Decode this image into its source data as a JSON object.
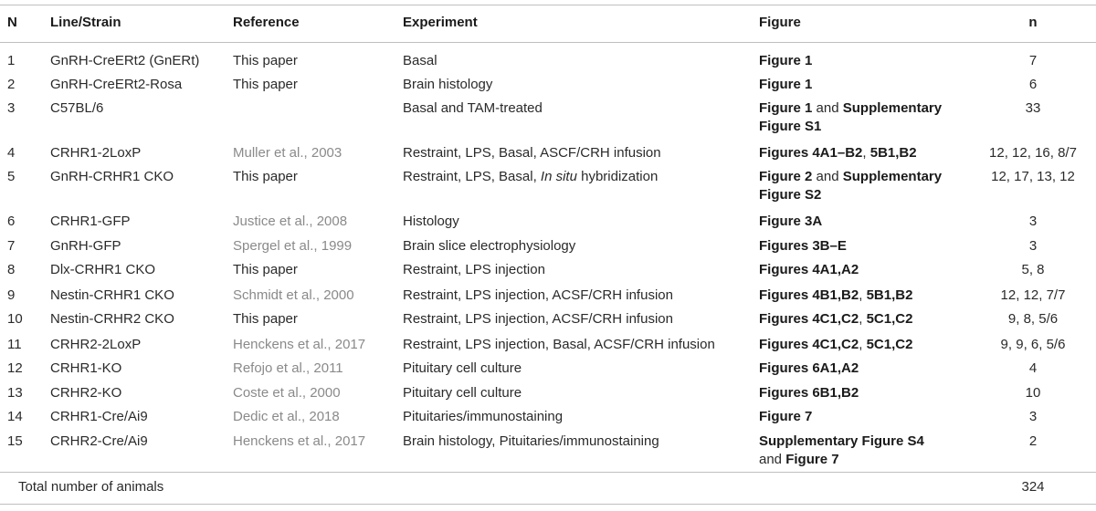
{
  "headers": {
    "n": "N",
    "line": "Line/Strain",
    "reference": "Reference",
    "experiment": "Experiment",
    "figure": "Figure",
    "count": "n"
  },
  "rows": [
    {
      "n": "1",
      "line": "GnRH-CreERt2 (GnERt)",
      "ref": "This paper",
      "ref_link": false,
      "exp": [
        "Basal"
      ],
      "fig": [
        [
          "Figure 1"
        ]
      ],
      "count": "7"
    },
    {
      "n": "2",
      "line": "GnRH-CreERt2-Rosa",
      "ref": "This paper",
      "ref_link": false,
      "exp": [
        "Brain histology"
      ],
      "fig": [
        [
          "Figure 1"
        ]
      ],
      "count": "6"
    },
    {
      "n": "3",
      "line": "C57BL/6",
      "ref": "",
      "ref_link": false,
      "exp": [
        "Basal and TAM-treated"
      ],
      "fig": [
        [
          "Figure 1",
          " and ",
          "Supplementary"
        ],
        [
          "Figure S1"
        ]
      ],
      "count": "33"
    },
    {
      "n": "4",
      "line": "CRHR1-2LoxP",
      "ref": "Muller et al., 2003",
      "ref_link": true,
      "exp": [
        "Restraint, LPS, Basal, ASCF/CRH infusion"
      ],
      "fig": [
        [
          "Figures 4A1–B2",
          ", ",
          "5B1,B2"
        ]
      ],
      "count": "12, 12, 16, 8/7"
    },
    {
      "n": "5",
      "line": "GnRH-CRHR1 CKO",
      "ref": "This paper",
      "ref_link": false,
      "exp": [
        "Restraint, LPS, Basal, ",
        "In situ",
        " hybridization"
      ],
      "fig": [
        [
          "Figure 2",
          " and ",
          "Supplementary"
        ],
        [
          "Figure S2"
        ]
      ],
      "count": "12, 17, 13, 12"
    },
    {
      "n": "6",
      "line": "CRHR1-GFP",
      "ref": "Justice et al., 2008",
      "ref_link": true,
      "exp": [
        "Histology"
      ],
      "fig": [
        [
          "Figure 3A"
        ]
      ],
      "count": "3"
    },
    {
      "n": "7",
      "line": "GnRH-GFP",
      "ref": "Spergel et al., 1999",
      "ref_link": true,
      "exp": [
        "Brain slice electrophysiology"
      ],
      "fig": [
        [
          "Figures 3B–E"
        ]
      ],
      "count": "3"
    },
    {
      "n": "8",
      "line": "Dlx-CRHR1 CKO",
      "ref": "This paper",
      "ref_link": false,
      "exp": [
        "Restraint, LPS injection"
      ],
      "fig": [
        [
          "Figures 4A1,A2"
        ]
      ],
      "count": "5, 8"
    },
    {
      "n": "9",
      "line": "Nestin-CRHR1 CKO",
      "ref": "Schmidt et al., 2000",
      "ref_link": true,
      "exp": [
        "Restraint, LPS injection, ACSF/CRH infusion"
      ],
      "fig": [
        [
          "Figures 4B1,B2",
          ", ",
          "5B1,B2"
        ]
      ],
      "count": "12, 12, 7/7"
    },
    {
      "n": "10",
      "line": "Nestin-CRHR2 CKO",
      "ref": "This paper",
      "ref_link": false,
      "exp": [
        "Restraint, LPS injection, ACSF/CRH infusion"
      ],
      "fig": [
        [
          "Figures 4C1,C2",
          ", ",
          "5C1,C2"
        ]
      ],
      "count": "9, 8, 5/6"
    },
    {
      "n": "11",
      "line": "CRHR2-2LoxP",
      "ref": "Henckens et al., 2017",
      "ref_link": true,
      "exp": [
        "Restraint, LPS injection, Basal, ACSF/CRH infusion"
      ],
      "fig": [
        [
          "Figures 4C1,C2",
          ", ",
          "5C1,C2"
        ]
      ],
      "count": "9, 9, 6, 5/6"
    },
    {
      "n": "12",
      "line": "CRHR1-KO",
      "ref": "Refojo et al., 2011",
      "ref_link": true,
      "exp": [
        "Pituitary cell culture"
      ],
      "fig": [
        [
          "Figures 6A1,A2"
        ]
      ],
      "count": "4"
    },
    {
      "n": "13",
      "line": "CRHR2-KO",
      "ref": "Coste et al., 2000",
      "ref_link": true,
      "exp": [
        "Pituitary cell culture"
      ],
      "fig": [
        [
          "Figures 6B1,B2"
        ]
      ],
      "count": "10"
    },
    {
      "n": "14",
      "line": "CRHR1-Cre/Ai9",
      "ref": "Dedic et al., 2018",
      "ref_link": true,
      "exp": [
        "Pituitaries/immunostaining"
      ],
      "fig": [
        [
          "Figure 7"
        ]
      ],
      "count": "3"
    },
    {
      "n": "15",
      "line": "CRHR2-Cre/Ai9",
      "ref": "Henckens et al., 2017",
      "ref_link": true,
      "exp": [
        "Brain histology, Pituitaries/immunostaining"
      ],
      "fig": [
        [
          "Supplementary Figure S4"
        ],
        [
          "",
          "and ",
          "Figure 7"
        ]
      ],
      "count": "2"
    }
  ],
  "footer": {
    "label": "Total number of animals",
    "total": "324"
  }
}
